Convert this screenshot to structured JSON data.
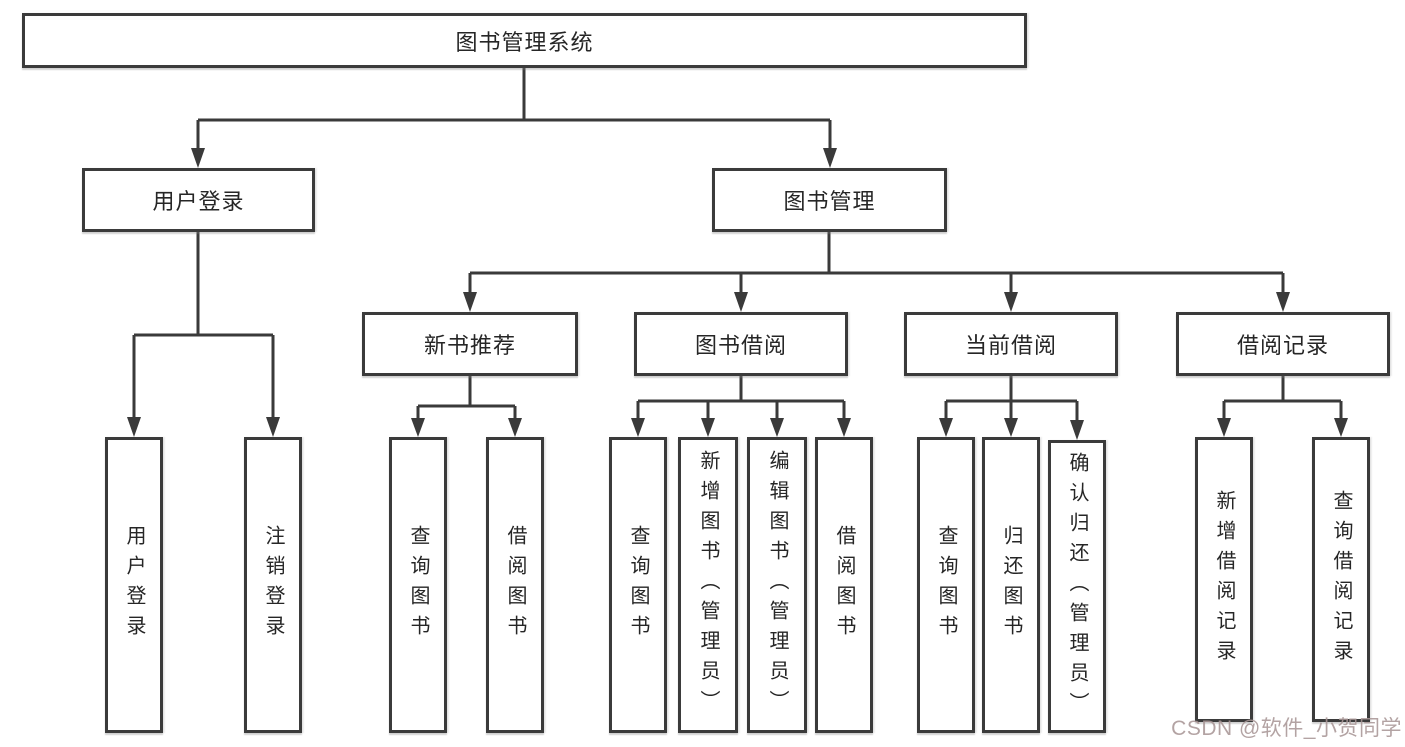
{
  "title": "图书管理系统",
  "watermark": "CSDN @软件_小贺同学",
  "colors": {
    "line": "#3a3a3a",
    "border": "#3b3b3b",
    "text": "#262626",
    "background": "#ffffff",
    "watermark": "#a89696"
  },
  "nodes": {
    "root": "图书管理系统",
    "user_login": "用户登录",
    "book_mgmt": "图书管理",
    "new_books": "新书推荐",
    "book_borrow": "图书借阅",
    "current_borrow": "当前借阅",
    "borrow_records": "借阅记录",
    "leaf_user_login": "用户登录",
    "leaf_logout": "注销登录",
    "leaf_nb_query": "查询图书",
    "leaf_nb_borrow": "借阅图书",
    "leaf_bb_query": "查询图书",
    "leaf_bb_add": "新增图书（管理员）",
    "leaf_bb_edit": "编辑图书（管理员）",
    "leaf_bb_borrow": "借阅图书",
    "leaf_cb_query": "查询图书",
    "leaf_cb_return": "归还图书",
    "leaf_cb_confirm": "确认归还（管理员）",
    "leaf_br_add": "新增借阅记录",
    "leaf_br_query": "查询借阅记录"
  }
}
